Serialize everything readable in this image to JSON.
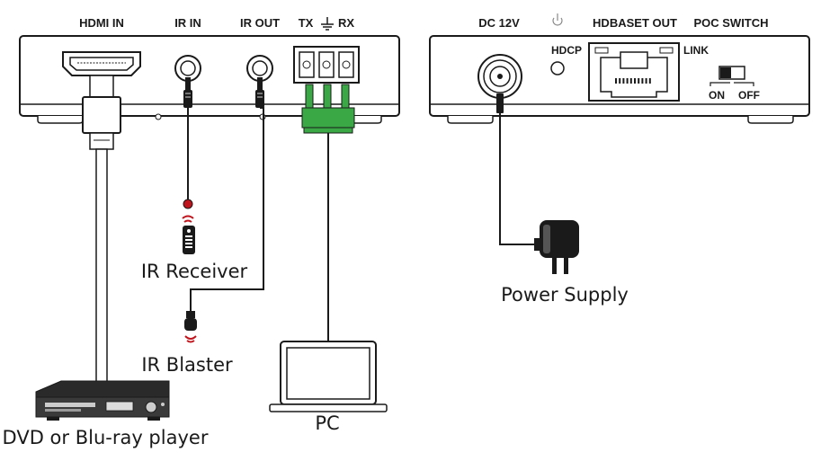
{
  "left_device": {
    "ports": {
      "hdmi_in": "HDMI IN",
      "ir_in": "IR IN",
      "ir_out": "IR OUT",
      "tx": "TX",
      "rx": "RX"
    }
  },
  "right_device": {
    "ports": {
      "dc_12v": "DC 12V",
      "hdcp": "HDCP",
      "hdbaset_out": "HDBASET OUT",
      "poc_switch": "POC SWITCH",
      "link": "LINK",
      "on": "ON",
      "off": "OFF"
    }
  },
  "peripherals": {
    "ir_receiver": "IR Receiver",
    "ir_blaster": "IR Blaster",
    "dvd_player": "DVD or Blu-ray player",
    "pc": "PC",
    "power_supply": "Power Supply"
  },
  "icons": [
    "ground-icon",
    "power-icon",
    "signal-waves-icon"
  ],
  "colors": {
    "line": "#1a1a1a",
    "terminal_green": "#3aa845",
    "ir_red": "#c0141c"
  }
}
